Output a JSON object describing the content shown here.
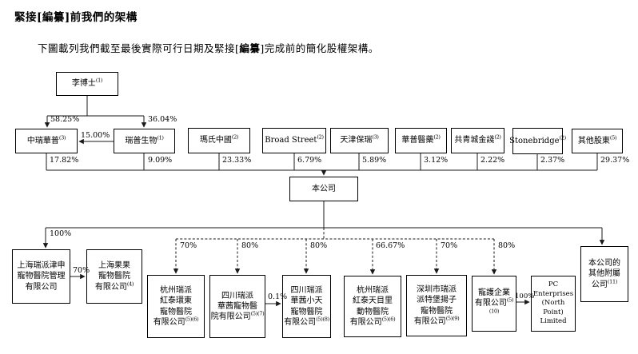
{
  "page": {
    "title": "緊接[編纂]前我們的架構",
    "subtitle_pre": "下圖載列我們截至最後實際可行日期及緊接[",
    "subtitle_bold": "編纂",
    "subtitle_post": "]完成前的簡化股權架構。"
  },
  "nodes": {
    "dr_li": {
      "label": "李博士",
      "sup": "(1)"
    },
    "zhongrui_huapu": {
      "label": "中瑞華普",
      "sup": "(3)"
    },
    "ruipu_bio": {
      "label": "瑞普生物",
      "sup": "(1)"
    },
    "mars_china": {
      "label": "瑪氏中國",
      "sup": "(2)"
    },
    "broad_street": {
      "label": "Broad Street",
      "sup": "(2)"
    },
    "tianjin_baorui": {
      "label": "天津保瑞",
      "sup": "(3)"
    },
    "huapu_pharma": {
      "label": "華普醫藥",
      "sup": "(2)"
    },
    "gqc_jinjian": {
      "label": "共青城金諓",
      "sup": "(2)"
    },
    "stonebridge": {
      "label": "Stonebridge",
      "sup": "(2)"
    },
    "other_shareholders": {
      "label": "其他股東",
      "sup": "(5)"
    },
    "company": {
      "label": "本公司"
    },
    "sh_jinshen": {
      "lines": [
        "上海瑞派津申",
        "寵物醫院管理",
        "有限公司"
      ]
    },
    "sh_guoguo": {
      "lines": [
        "上海果果",
        "寵物醫院",
        "有限公司"
      ],
      "sup": "(4)"
    },
    "hz_huandong": {
      "lines": [
        "杭州瑞派",
        "紅泰環東",
        "寵物醫院",
        "有限公司"
      ],
      "sup": "(5)(6)"
    },
    "sc_huaqian": {
      "lines": [
        "四川瑞派",
        "華茜寵物醫",
        "院有限公司"
      ],
      "sup": "(5)(7)"
    },
    "sc_xiaotian": {
      "lines": [
        "四川瑞派",
        "華茜小天",
        "寵物醫院",
        "有限公司"
      ],
      "sup": "(5)(8)"
    },
    "hz_tianmuli": {
      "lines": [
        "杭州瑞派",
        "紅泰天目里",
        "動物醫院",
        "有限公司"
      ],
      "sup": "(5)(6)"
    },
    "sz_yangzi": {
      "lines": [
        "深圳市瑞派",
        "派特堡揚子",
        "寵物醫院",
        "有限公司"
      ],
      "sup": "(5)(9)"
    },
    "chonghu": {
      "lines": [
        "寵護企業",
        "有限公司"
      ],
      "sup": "(5)(10)"
    },
    "pc_enterprises": {
      "lines": [
        "PC",
        "Enterprises",
        "(North Point)",
        "Limited"
      ]
    },
    "other_subsidiaries": {
      "lines": [
        "本公司的",
        "其他附屬",
        "公司"
      ],
      "sup": "(11)"
    }
  },
  "edges": {
    "li_to_zhongrui": "58.25%",
    "li_to_ruipu": "36.04%",
    "ruipu_to_zhongrui": "15.00%",
    "ownership": [
      "17.82%",
      "9.09%",
      "23.33%",
      "6.79%",
      "5.89%",
      "3.12%",
      "2.22%",
      "2.37%",
      "29.37%"
    ],
    "company_to_jinshen": "100%",
    "jinshen_to_guoguo": "70%",
    "dashed": [
      "70%",
      "80%",
      "80%",
      "66.67%",
      "70%",
      "80%"
    ],
    "huaqian_to_xiaotian": "0.1%",
    "chonghu_to_pc": "100%"
  }
}
